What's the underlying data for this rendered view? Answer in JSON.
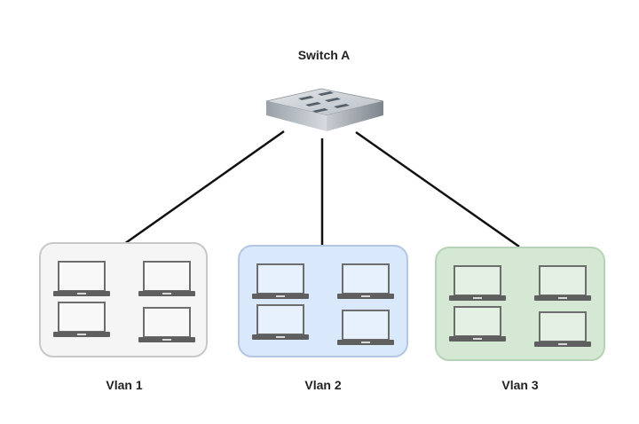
{
  "switch": {
    "label": "Switch A",
    "icon": "network-switch-icon"
  },
  "vlans": [
    {
      "label": "Vlan 1",
      "fill": "#f5f5f5",
      "border": "#c8c8c8",
      "laptops": 4
    },
    {
      "label": "Vlan 2",
      "fill": "#dae8fc",
      "border": "#b4c7e0",
      "laptops": 4
    },
    {
      "label": "Vlan 3",
      "fill": "#d5e8d4",
      "border": "#b7d3b5",
      "laptops": 4
    }
  ],
  "colors": {
    "line": "#111111",
    "laptop_frame": "#6d6d6d",
    "laptop_base": "#5f5f5f"
  }
}
